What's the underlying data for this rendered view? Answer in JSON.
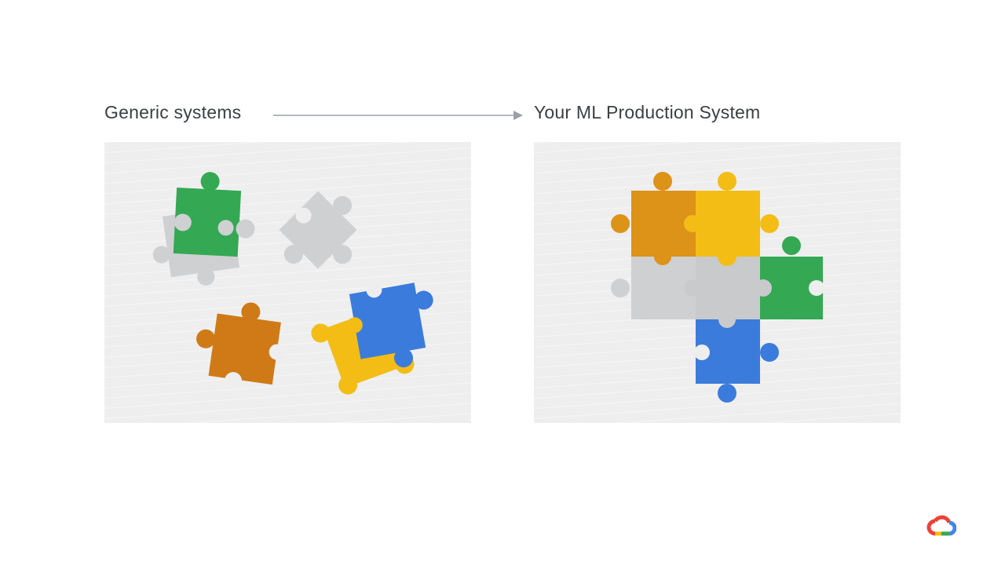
{
  "slide": {
    "left_title": "Generic systems",
    "right_title": "Your ML Production System"
  },
  "colors": {
    "green": "#34a853",
    "gray": "#cfd0d2",
    "orange": "#cf7a16",
    "gold": "#dd9218",
    "yellow": "#f3bd16",
    "blue": "#3b7bdc",
    "arrow": "#9aa0a6",
    "text": "#3c4043"
  },
  "icons": {
    "connector_arrow": "arrow-right-icon",
    "brand_logo": "google-cloud-logo"
  }
}
